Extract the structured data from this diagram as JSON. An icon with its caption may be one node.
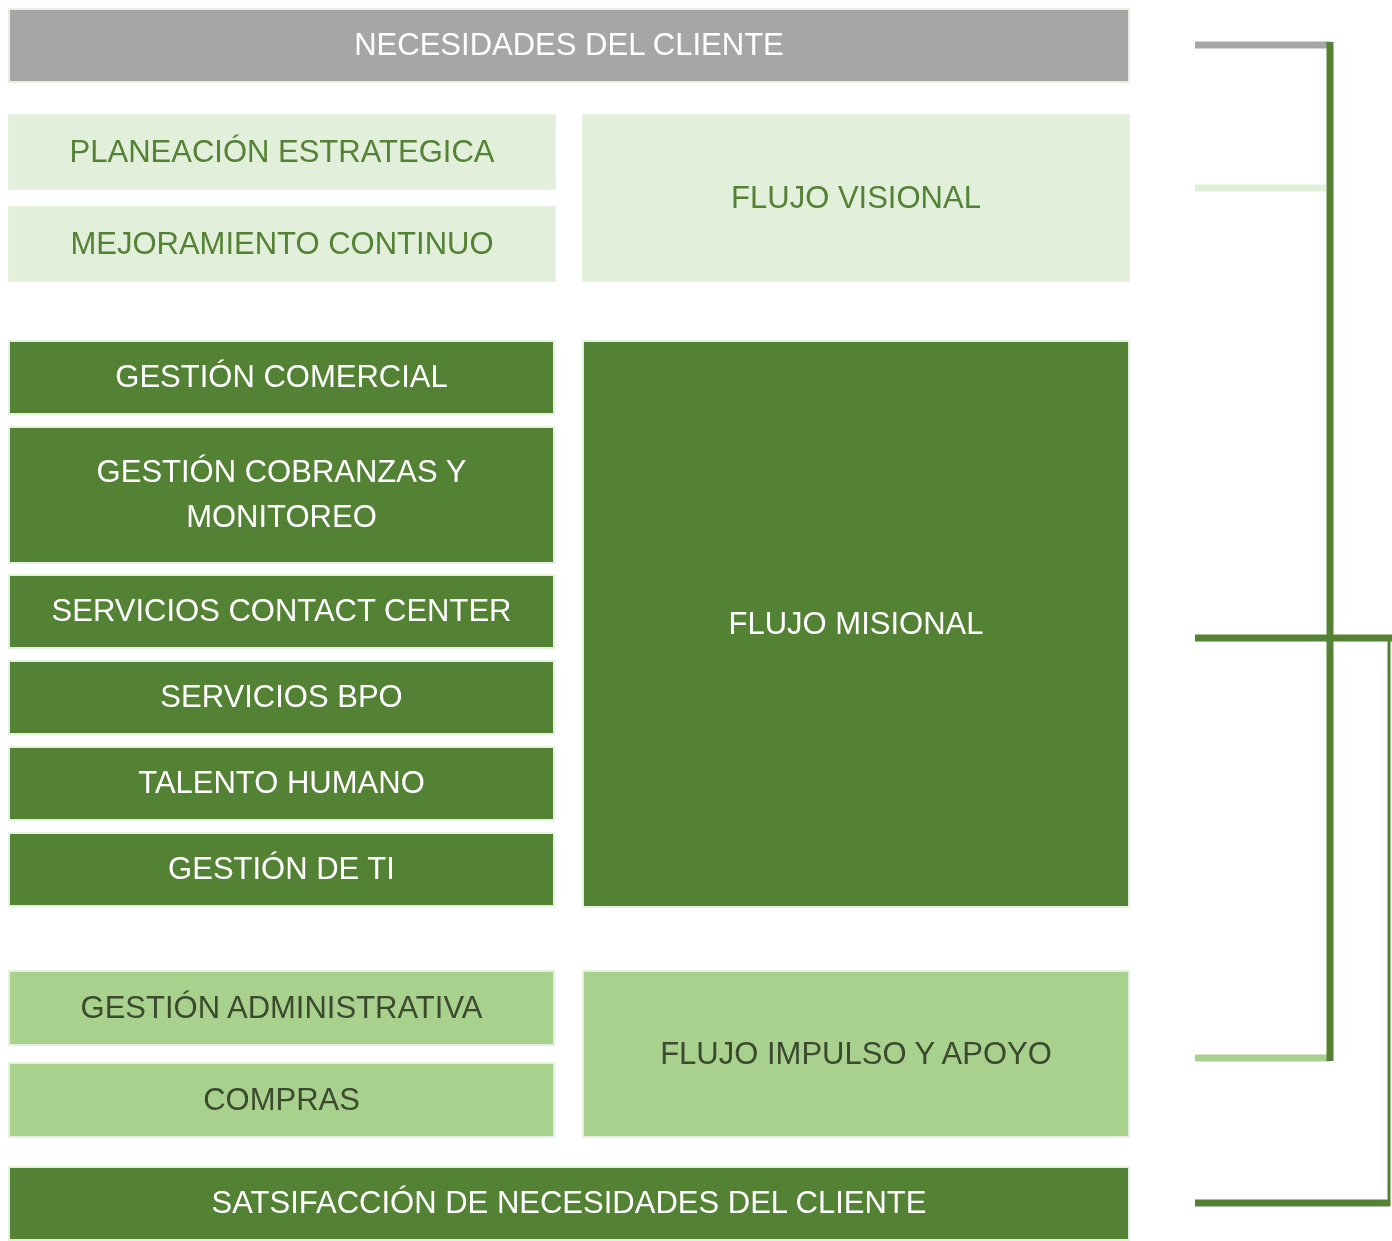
{
  "diagram": {
    "nodes": [
      {
        "text": [
          "NECESIDADES DEL CLIENTE"
        ]
      },
      {
        "text": [
          "PLANEACIÓN ESTRATEGICA"
        ]
      },
      {
        "text": [
          "MEJORAMIENTO CONTINUO"
        ]
      },
      {
        "text": [
          "FLUJO VISIONAL"
        ]
      },
      {
        "text": [
          "GESTIÓN COMERCIAL"
        ]
      },
      {
        "text": [
          "GESTIÓN COBRANZAS Y MONITOREO"
        ]
      },
      {
        "text": [
          "SERVICIOS CONTACT CENTER"
        ]
      },
      {
        "text": [
          "SERVICIOS BPO"
        ]
      },
      {
        "text": [
          "TALENTO HUMANO"
        ]
      },
      {
        "text": [
          "GESTIÓN DE TI"
        ]
      },
      {
        "text": [
          "FLUJO MISIONAL"
        ]
      },
      {
        "text": [
          "GESTIÓN ADMINISTRATIVA"
        ]
      },
      {
        "text": [
          "COMPRAS"
        ]
      },
      {
        "text": [
          "FLUJO IMPULSO Y APOYO"
        ]
      },
      {
        "text": [
          "SATSIFACCIÓN DE NECESIDADES DEL CLIENTE"
        ]
      }
    ]
  }
}
